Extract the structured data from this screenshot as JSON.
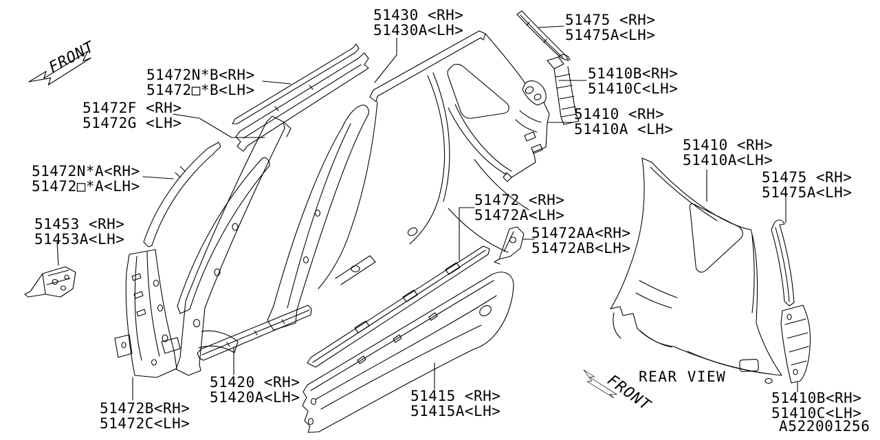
{
  "colors": {
    "line": "#000000",
    "background": "#ffffff"
  },
  "captions": {
    "front": "FRONT",
    "rear_view": "REAR VIEW"
  },
  "footer": {
    "diagram_id": "A522001256"
  },
  "labels": [
    {
      "id": "51430",
      "line1": "51430 <RH>",
      "line2": "51430A<LH>"
    },
    {
      "id": "51475-top",
      "line1": "51475 <RH>",
      "line2": "51475A<LH>"
    },
    {
      "id": "51472NB",
      "line1": "51472N*B<RH>",
      "line2": "51472□*B<LH>"
    },
    {
      "id": "51472F",
      "line1": "51472F <RH>",
      "line2": "51472G <LH>"
    },
    {
      "id": "51410B-top",
      "line1": "51410B<RH>",
      "line2": "51410C<LH>"
    },
    {
      "id": "51410-side",
      "line1": "51410 <RH>",
      "line2": "51410A <LH>"
    },
    {
      "id": "51410-rear",
      "line1": "51410 <RH>",
      "line2": "51410A<LH>"
    },
    {
      "id": "51475-rear",
      "line1": "51475 <RH>",
      "line2": "51475A<LH>"
    },
    {
      "id": "51472NA",
      "line1": "51472N*A<RH>",
      "line2": "51472□*A<LH>"
    },
    {
      "id": "51453",
      "line1": "51453 <RH>",
      "line2": "51453A<LH>"
    },
    {
      "id": "51472",
      "line1": "51472 <RH>",
      "line2": "51472A<LH>"
    },
    {
      "id": "51472AA",
      "line1": "51472AA<RH>",
      "line2": "51472AB<LH>"
    },
    {
      "id": "51420",
      "line1": "51420 <RH>",
      "line2": "51420A<LH>"
    },
    {
      "id": "51472B",
      "line1": "51472B<RH>",
      "line2": "51472C<LH>"
    },
    {
      "id": "51415",
      "line1": "51415 <RH>",
      "line2": "51415A<LH>"
    },
    {
      "id": "51410B-rear",
      "line1": "51410B<RH>",
      "line2": "51410C<LH>"
    }
  ]
}
